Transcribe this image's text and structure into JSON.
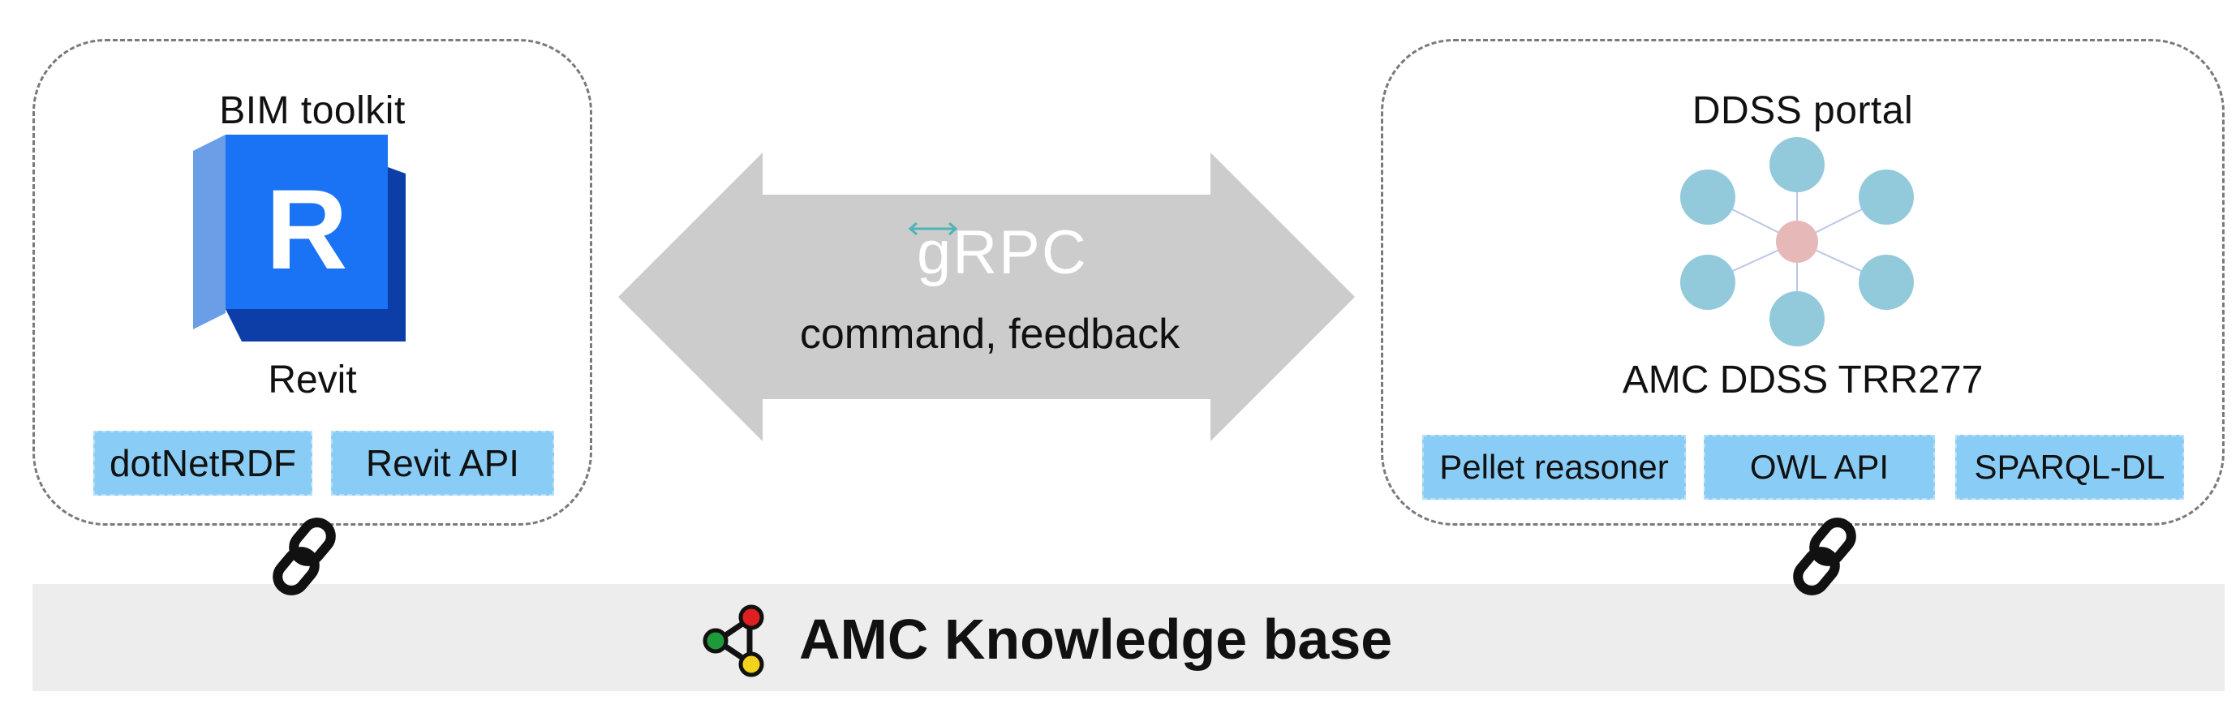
{
  "left_panel": {
    "title": "BIM  toolkit",
    "logo_letter": "R",
    "product": "Revit",
    "tags": [
      "dotNetRDF",
      "Revit  API"
    ]
  },
  "connector": {
    "protocol": "gRPC",
    "caption": "command, feedback"
  },
  "right_panel": {
    "title": "DDSS  portal",
    "product": "AMC  DDSS  TRR277",
    "tags": [
      "Pellet  reasoner",
      "OWL  API",
      "SPARQL-DL"
    ]
  },
  "knowledge_base": {
    "title": "AMC Knowledge base"
  },
  "icons": {
    "revit_logo": "revit-logo-icon",
    "graph": "ontology-graph-icon",
    "grpc": "grpc-arrows-icon",
    "link": "chain-link-icon",
    "knowledge_base": "knowledge-graph-icon"
  },
  "colors": {
    "revit_blue": "#1a73f5",
    "revit_dark": "#0d3ea8",
    "revit_light": "#6a9ee6",
    "tag_blue": "#89cdf7",
    "node_blue": "#93cadb",
    "node_center": "#e6b8b8",
    "arrow_gray": "#cccccc",
    "kb_bar": "#ededed"
  }
}
